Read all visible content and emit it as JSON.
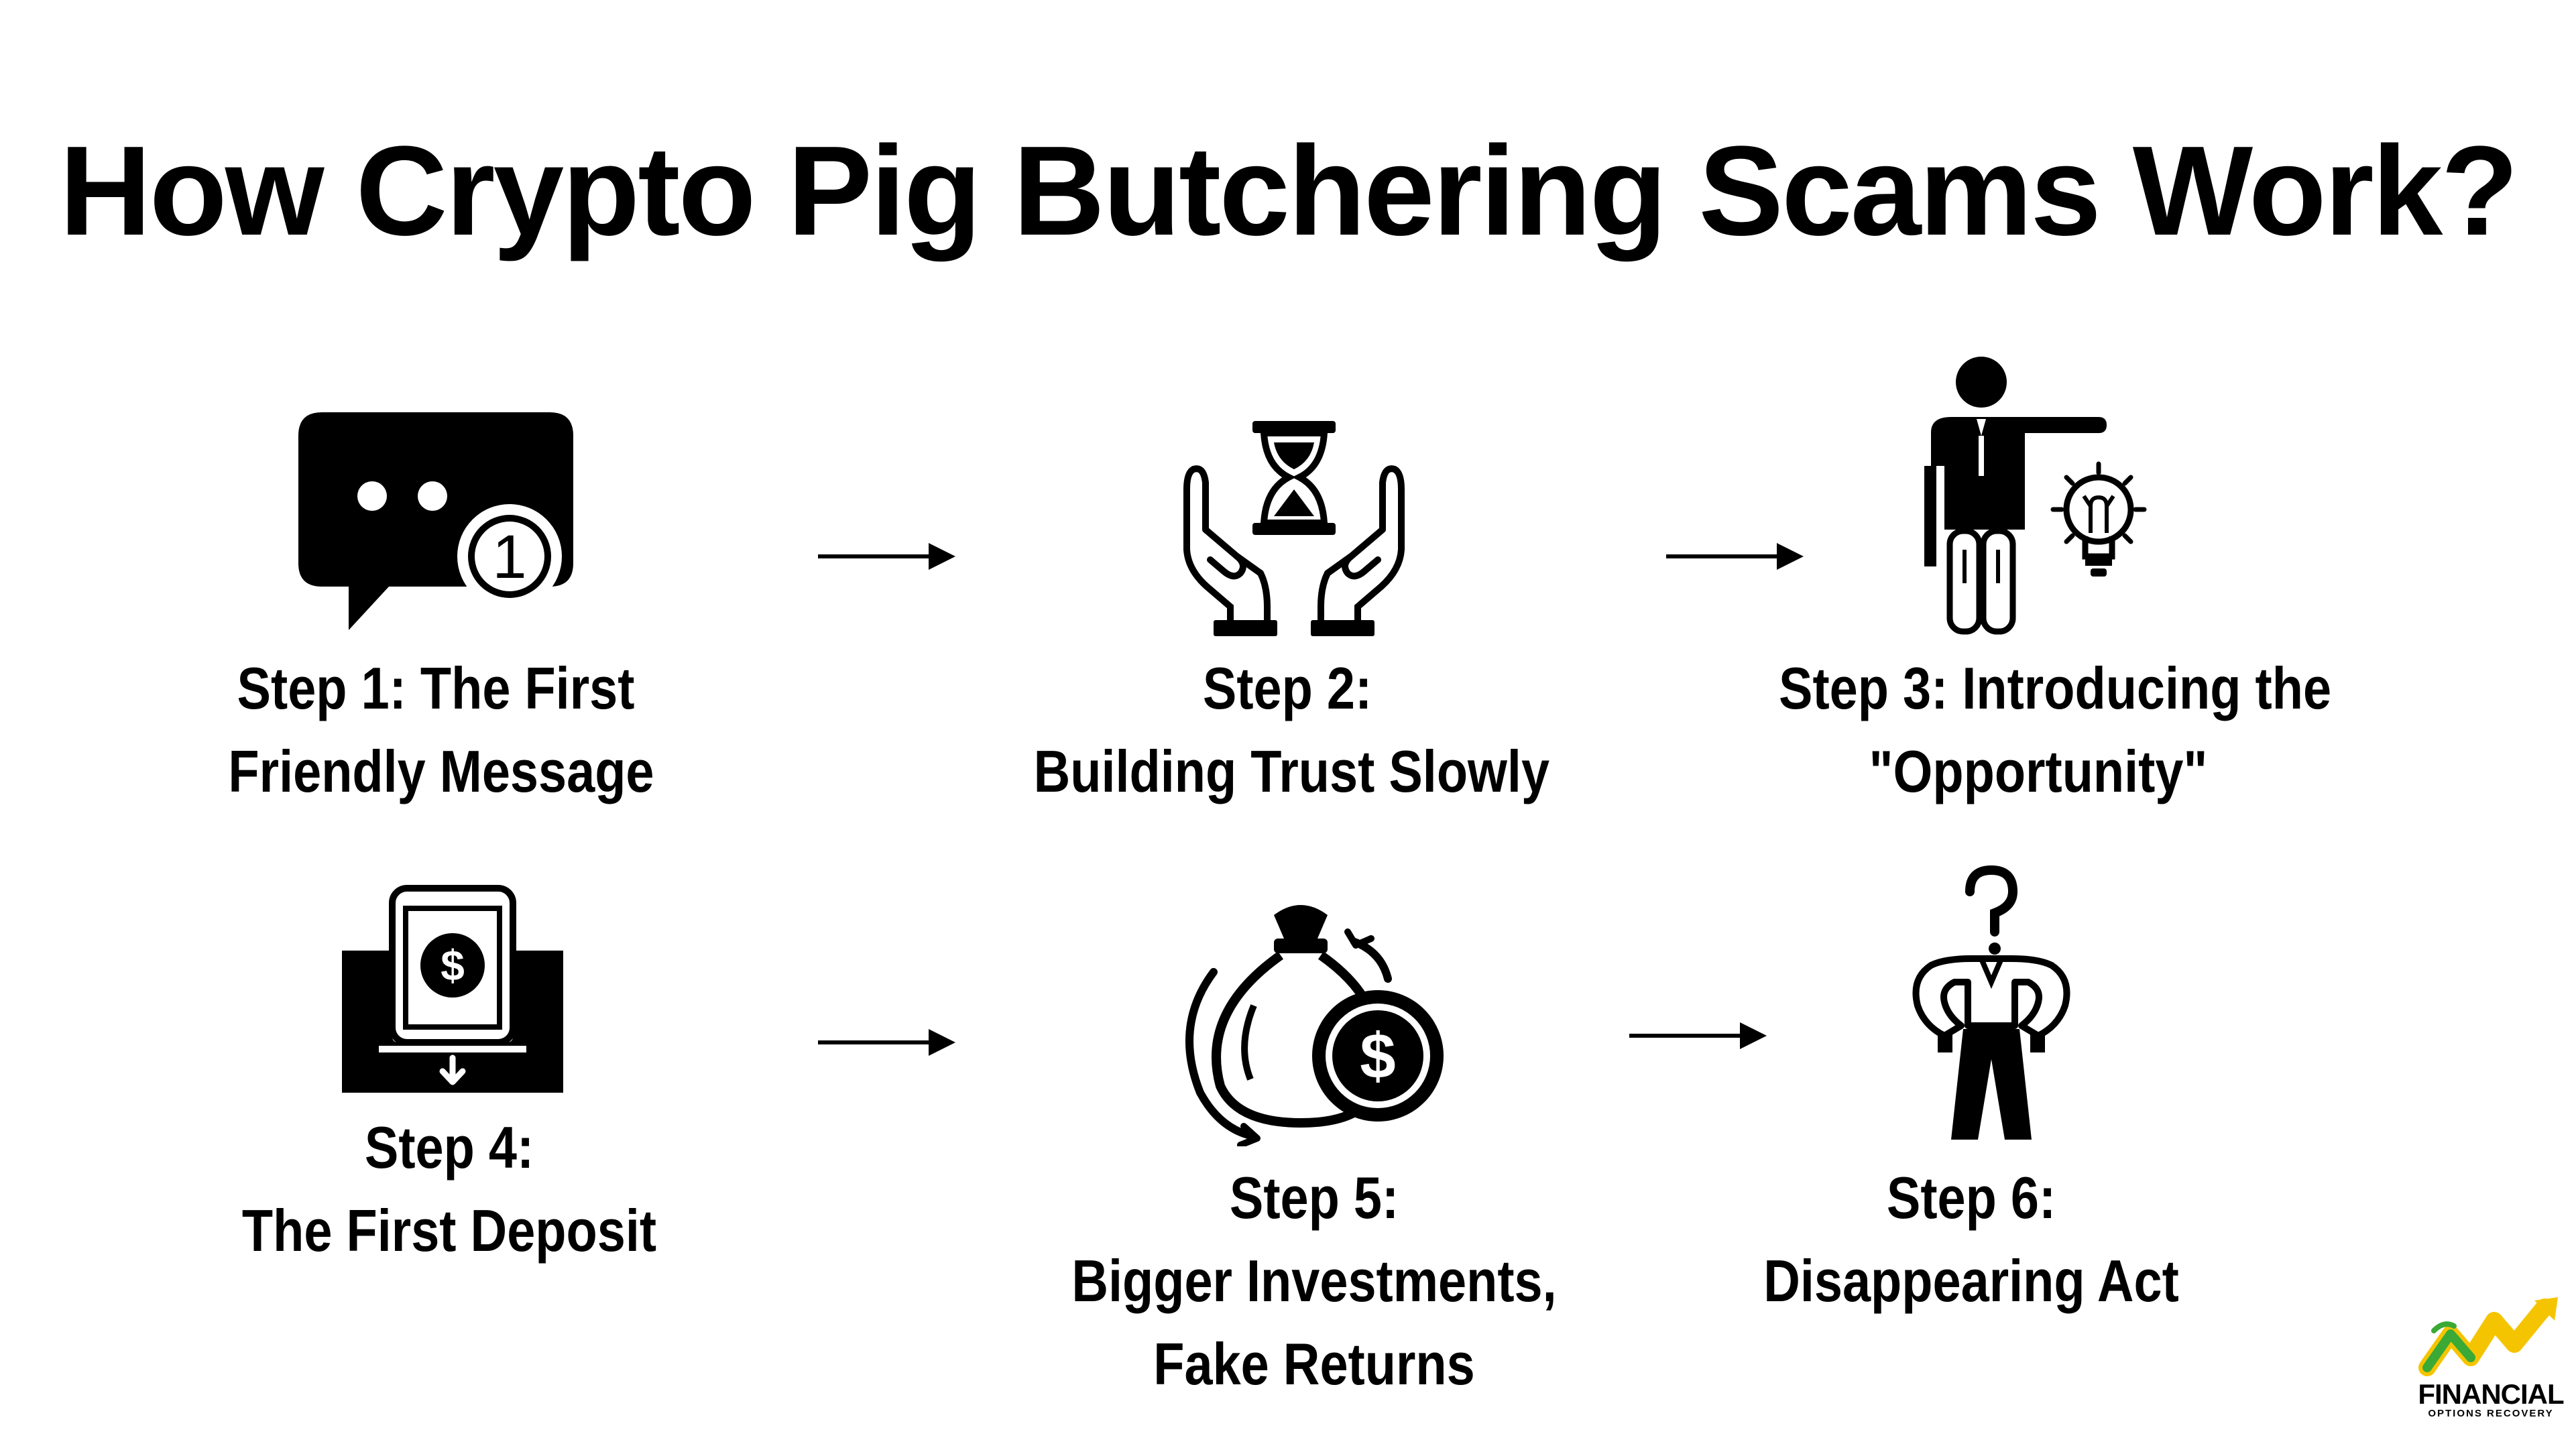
{
  "title": "How Crypto Pig Butchering Scams Work?",
  "steps": [
    {
      "line1": "Step 1: The First",
      "line2": "Friendly Message",
      "icon": "chat-bubble-notification-icon"
    },
    {
      "line1": "Step 2:",
      "line2": "Building Trust Slowly",
      "icon": "hands-hourglass-icon"
    },
    {
      "line1": "Step 3: Introducing the",
      "line2": "\"Opportunity\"",
      "icon": "businessman-lightbulb-icon"
    },
    {
      "line1": "Step 4:",
      "line2": "The First Deposit",
      "icon": "cash-deposit-icon"
    },
    {
      "line1": "Step 5:",
      "line2": "Bigger Investments,",
      "line3": "Fake Returns",
      "icon": "money-bag-coin-icon"
    },
    {
      "line1": "Step 6:",
      "line2": "Disappearing Act",
      "icon": "headless-man-question-icon"
    }
  ],
  "badge": {
    "number": "1",
    "coin_symbol": "$"
  },
  "logo": {
    "name": "FINANCIAL",
    "subtitle": "OPTIONS RECOVERY"
  },
  "colors": {
    "ink": "#000000",
    "background": "#ffffff",
    "logo_green": "#3aa935",
    "logo_yellow": "#f5c400"
  }
}
